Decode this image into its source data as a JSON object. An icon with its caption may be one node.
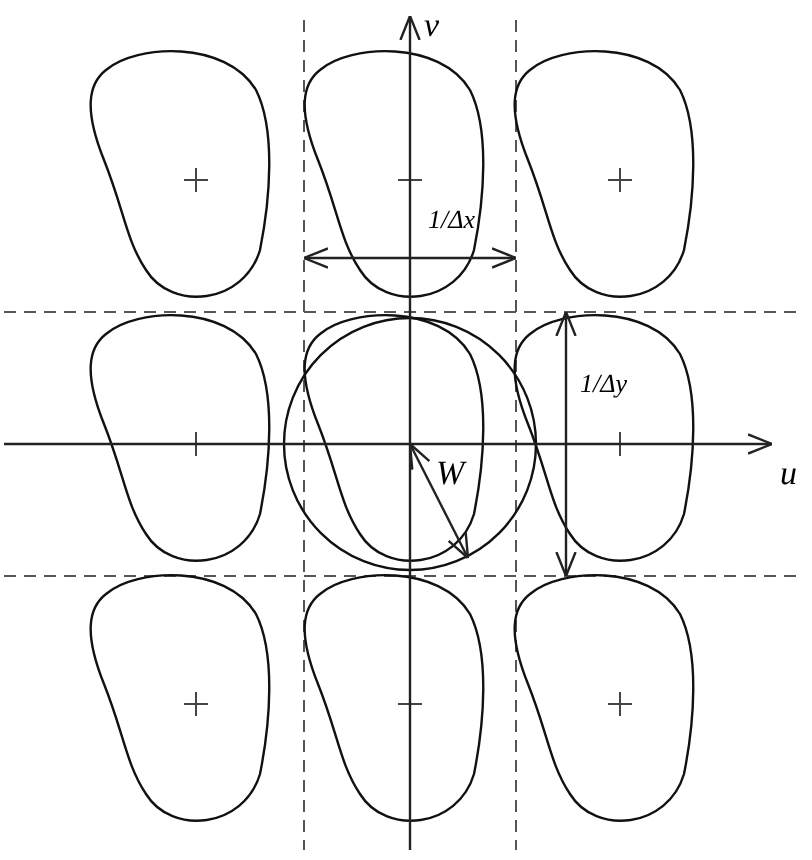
{
  "diagram": {
    "labels": [
      "v",
      "1/Δx",
      "1/Δy",
      "u",
      "W"
    ]
  }
}
